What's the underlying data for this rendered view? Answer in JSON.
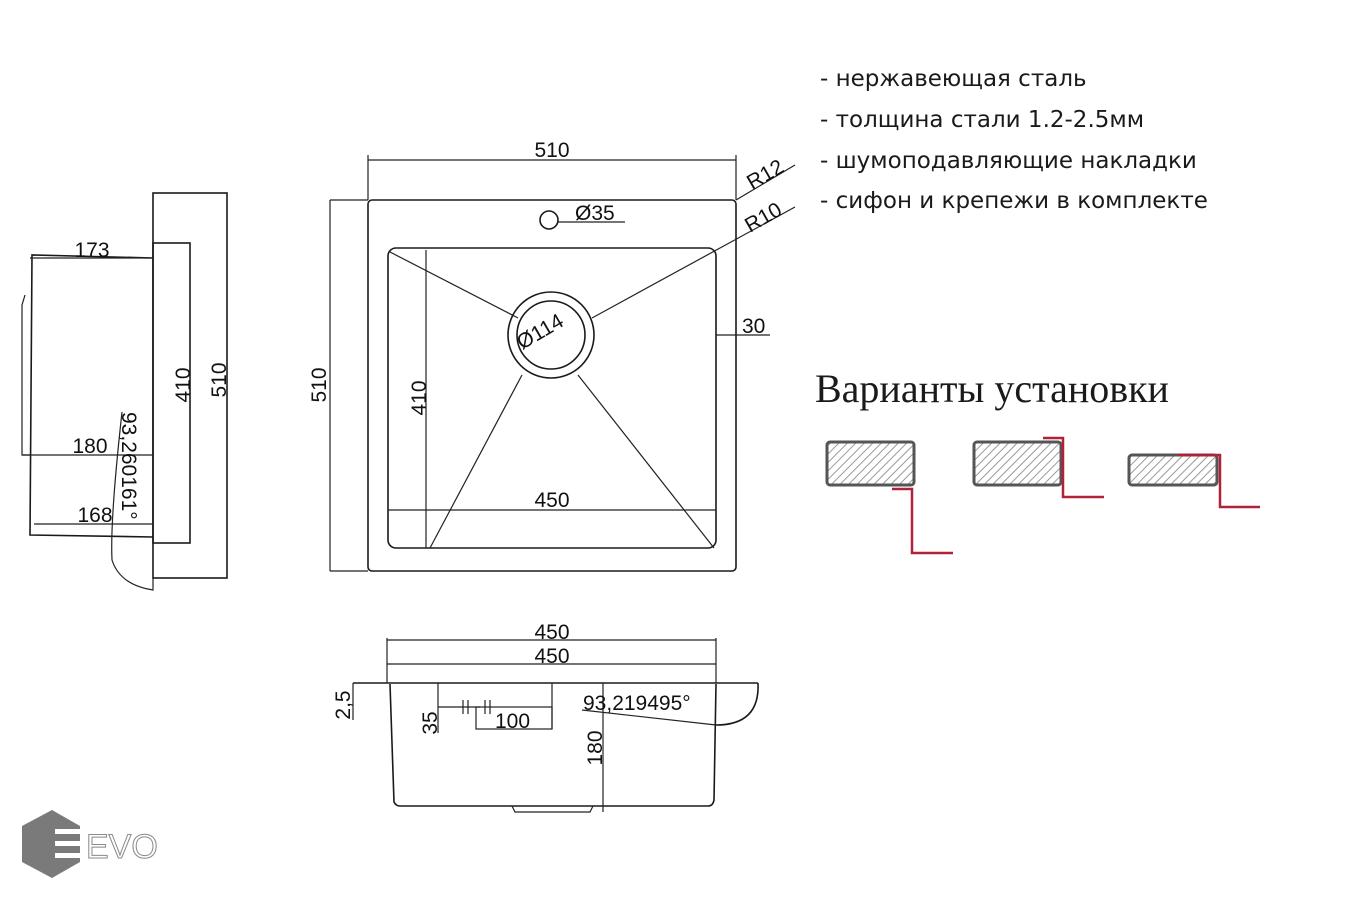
{
  "features": [
    "- нержавеющая сталь",
    "- толщина стали 1.2-2.5мм",
    "- шумоподавляющие накладки",
    "- сифон и крепежи в комплекте"
  ],
  "install_title": "Варианты установки",
  "top_view": {
    "width": "510",
    "height": "510",
    "bowl_depth": "410",
    "bowl_width": "450",
    "hole": "Ø35",
    "drain": "Ø114",
    "r_outer": "R12",
    "r_inner": "R10",
    "margin": "30"
  },
  "side_view": {
    "d173": "173",
    "d180": "180",
    "d168": "168",
    "d410": "410",
    "d510": "510",
    "angle": "93,260161°"
  },
  "front_view": {
    "w1": "450",
    "w2": "450",
    "d2_5": "2,5",
    "d35": "35",
    "d100": "100",
    "d180": "180",
    "angle": "93,219495°"
  },
  "logo": "EVO",
  "colors": {
    "accent": "#b0213a",
    "logo": "#7a7a7a"
  }
}
